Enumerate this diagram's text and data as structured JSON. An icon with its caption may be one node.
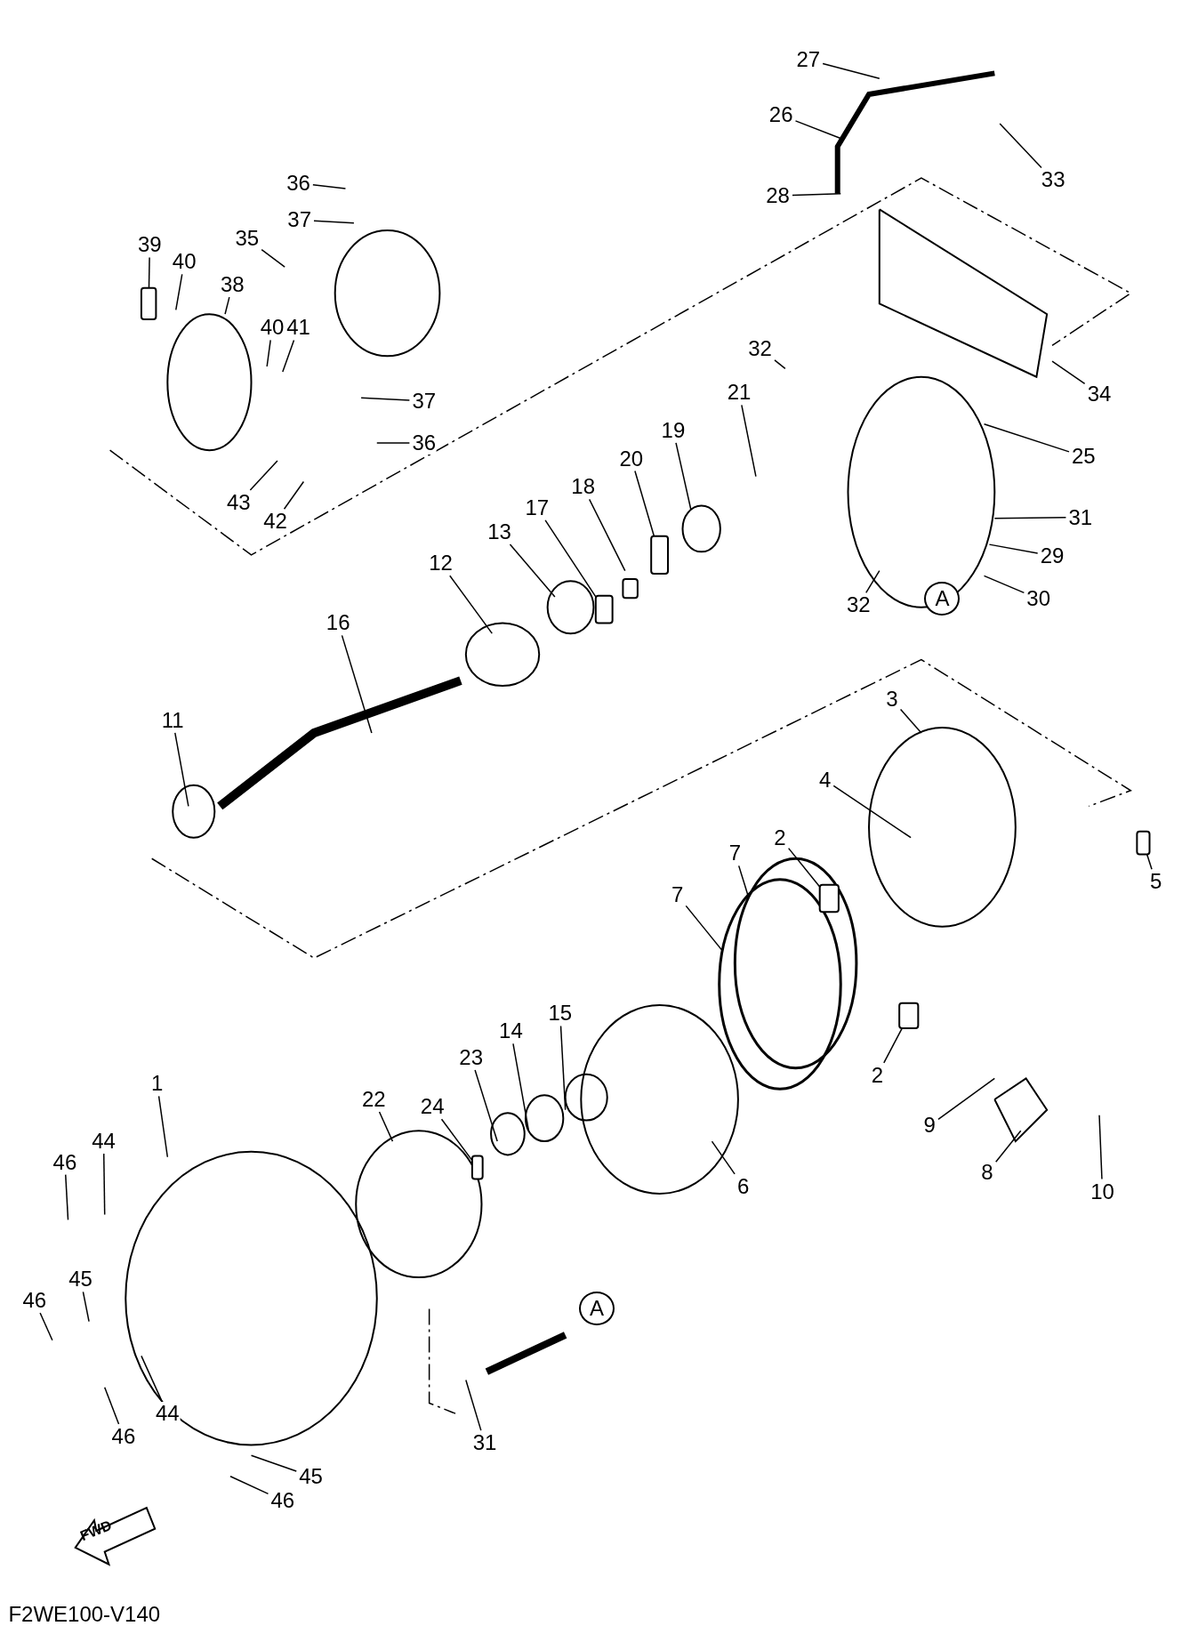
{
  "diagram": {
    "nodes": [
      {
        "text": [
          "27"
        ]
      },
      {
        "text": [
          "26"
        ]
      },
      {
        "text": [
          "33"
        ]
      },
      {
        "text": [
          "28"
        ]
      },
      {
        "text": [
          "36"
        ]
      },
      {
        "text": [
          "37"
        ]
      },
      {
        "text": [
          "35"
        ]
      },
      {
        "text": [
          "39"
        ]
      },
      {
        "text": [
          "40"
        ]
      },
      {
        "text": [
          "38"
        ]
      },
      {
        "text": [
          "40"
        ]
      },
      {
        "text": [
          "41"
        ]
      },
      {
        "text": [
          "32"
        ]
      },
      {
        "text": [
          "21"
        ]
      },
      {
        "text": [
          "19"
        ]
      },
      {
        "text": [
          "20"
        ]
      },
      {
        "text": [
          "18"
        ]
      },
      {
        "text": [
          "17"
        ]
      },
      {
        "text": [
          "13"
        ]
      },
      {
        "text": [
          "12"
        ]
      },
      {
        "text": [
          "34"
        ]
      },
      {
        "text": [
          "25"
        ]
      },
      {
        "text": [
          "31"
        ]
      },
      {
        "text": [
          "29"
        ]
      },
      {
        "text": [
          "30"
        ]
      },
      {
        "text": [
          "32"
        ]
      },
      {
        "text": [
          "A"
        ]
      },
      {
        "text": [
          "37"
        ]
      },
      {
        "text": [
          "36"
        ]
      },
      {
        "text": [
          "43"
        ]
      },
      {
        "text": [
          "42"
        ]
      },
      {
        "text": [
          "16"
        ]
      },
      {
        "text": [
          "11"
        ]
      },
      {
        "text": [
          "3"
        ]
      },
      {
        "text": [
          "4"
        ]
      },
      {
        "text": [
          "5"
        ]
      },
      {
        "text": [
          "2"
        ]
      },
      {
        "text": [
          "7"
        ]
      },
      {
        "text": [
          "7"
        ]
      },
      {
        "text": [
          "2"
        ]
      },
      {
        "text": [
          "9"
        ]
      },
      {
        "text": [
          "8"
        ]
      },
      {
        "text": [
          "10"
        ]
      },
      {
        "text": [
          "15"
        ]
      },
      {
        "text": [
          "14"
        ]
      },
      {
        "text": [
          "23"
        ]
      },
      {
        "text": [
          "24"
        ]
      },
      {
        "text": [
          "22"
        ]
      },
      {
        "text": [
          "6"
        ]
      },
      {
        "text": [
          "1"
        ]
      },
      {
        "text": [
          "44"
        ]
      },
      {
        "text": [
          "46"
        ]
      },
      {
        "text": [
          "45"
        ]
      },
      {
        "text": [
          "46"
        ]
      },
      {
        "text": [
          "44"
        ]
      },
      {
        "text": [
          "46"
        ]
      },
      {
        "text": [
          "31"
        ]
      },
      {
        "text": [
          "45"
        ]
      },
      {
        "text": [
          "46"
        ]
      },
      {
        "text": [
          "A"
        ]
      },
      {
        "text": [],
        "shape": "box"
      },
      {
        "text": [],
        "shape": "box"
      },
      {
        "text": [],
        "shape": "box"
      },
      {
        "text": [],
        "shape": "box"
      },
      {
        "text": [],
        "shape": "box"
      },
      {
        "text": [],
        "shape": "box"
      },
      {
        "text": [],
        "shape": "box"
      }
    ],
    "edges": [
      {
        "from": 0,
        "to": null,
        "arrow": "none"
      },
      {
        "from": 1,
        "to": null,
        "arrow": "none"
      },
      {
        "from": 2,
        "to": null,
        "arrow": "none"
      },
      {
        "from": 3,
        "to": null,
        "arrow": "none"
      },
      {
        "from": 4,
        "to": null,
        "arrow": "none"
      },
      {
        "from": 5,
        "to": null,
        "arrow": "none"
      },
      {
        "from": 6,
        "to": null,
        "arrow": "none"
      },
      {
        "from": 7,
        "to": 60,
        "arrow": "none"
      },
      {
        "from": 8,
        "to": null,
        "arrow": "none"
      },
      {
        "from": 9,
        "to": null,
        "arrow": "none"
      },
      {
        "from": 10,
        "to": null,
        "arrow": "none"
      },
      {
        "from": 11,
        "to": null,
        "arrow": "none"
      },
      {
        "from": 12,
        "to": null,
        "arrow": "none"
      },
      {
        "from": 13,
        "to": null,
        "arrow": "none"
      },
      {
        "from": 14,
        "to": null,
        "arrow": "none"
      },
      {
        "from": 15,
        "to": 61,
        "arrow": "none"
      },
      {
        "from": 16,
        "to": null,
        "arrow": "none"
      },
      {
        "from": 17,
        "to": 62,
        "arrow": "none"
      },
      {
        "from": 18,
        "to": null,
        "arrow": "none"
      },
      {
        "from": 19,
        "to": null,
        "arrow": "none"
      },
      {
        "from": 20,
        "to": null,
        "arrow": "none"
      },
      {
        "from": 21,
        "to": null,
        "arrow": "none"
      },
      {
        "from": 22,
        "to": null,
        "arrow": "none"
      },
      {
        "from": 23,
        "to": null,
        "arrow": "none"
      },
      {
        "from": 24,
        "to": null,
        "arrow": "none"
      },
      {
        "from": 25,
        "to": null,
        "arrow": "none"
      },
      {
        "from": 27,
        "to": null,
        "arrow": "none"
      },
      {
        "from": 28,
        "to": null,
        "arrow": "none"
      },
      {
        "from": 29,
        "to": null,
        "arrow": "none"
      },
      {
        "from": 30,
        "to": null,
        "arrow": "none"
      },
      {
        "from": 31,
        "to": null,
        "arrow": "none"
      },
      {
        "from": 32,
        "to": null,
        "arrow": "none"
      },
      {
        "from": 33,
        "to": null,
        "arrow": "none"
      },
      {
        "from": 34,
        "to": null,
        "arrow": "none"
      },
      {
        "from": 35,
        "to": 63,
        "arrow": "none"
      },
      {
        "from": 36,
        "to": 64,
        "arrow": "none"
      },
      {
        "from": 37,
        "to": null,
        "arrow": "none"
      },
      {
        "from": 38,
        "to": null,
        "arrow": "none"
      },
      {
        "from": 39,
        "to": 65,
        "arrow": "none"
      },
      {
        "from": 40,
        "to": null,
        "arrow": "none"
      },
      {
        "from": 41,
        "to": null,
        "arrow": "none"
      },
      {
        "from": 42,
        "to": null,
        "arrow": "none"
      },
      {
        "from": 43,
        "to": null,
        "arrow": "none"
      },
      {
        "from": 44,
        "to": null,
        "arrow": "none"
      },
      {
        "from": 45,
        "to": null,
        "arrow": "none"
      },
      {
        "from": 46,
        "to": 66,
        "arrow": "none"
      },
      {
        "from": 47,
        "to": null,
        "arrow": "none"
      },
      {
        "from": 48,
        "to": null,
        "arrow": "none"
      },
      {
        "from": 49,
        "to": null,
        "arrow": "none"
      },
      {
        "from": 50,
        "to": null,
        "arrow": "none"
      },
      {
        "from": 51,
        "to": null,
        "arrow": "none"
      },
      {
        "from": 52,
        "to": null,
        "arrow": "none"
      },
      {
        "from": 53,
        "to": null,
        "arrow": "none"
      },
      {
        "from": 54,
        "to": null,
        "arrow": "none"
      },
      {
        "from": 55,
        "to": null,
        "arrow": "none"
      },
      {
        "from": 56,
        "to": null,
        "arrow": "none"
      },
      {
        "from": 57,
        "to": null,
        "arrow": "none"
      },
      {
        "from": 58,
        "to": null,
        "arrow": "none"
      }
    ],
    "labels": [
      "FWD",
      "F2WE100-V140"
    ]
  }
}
